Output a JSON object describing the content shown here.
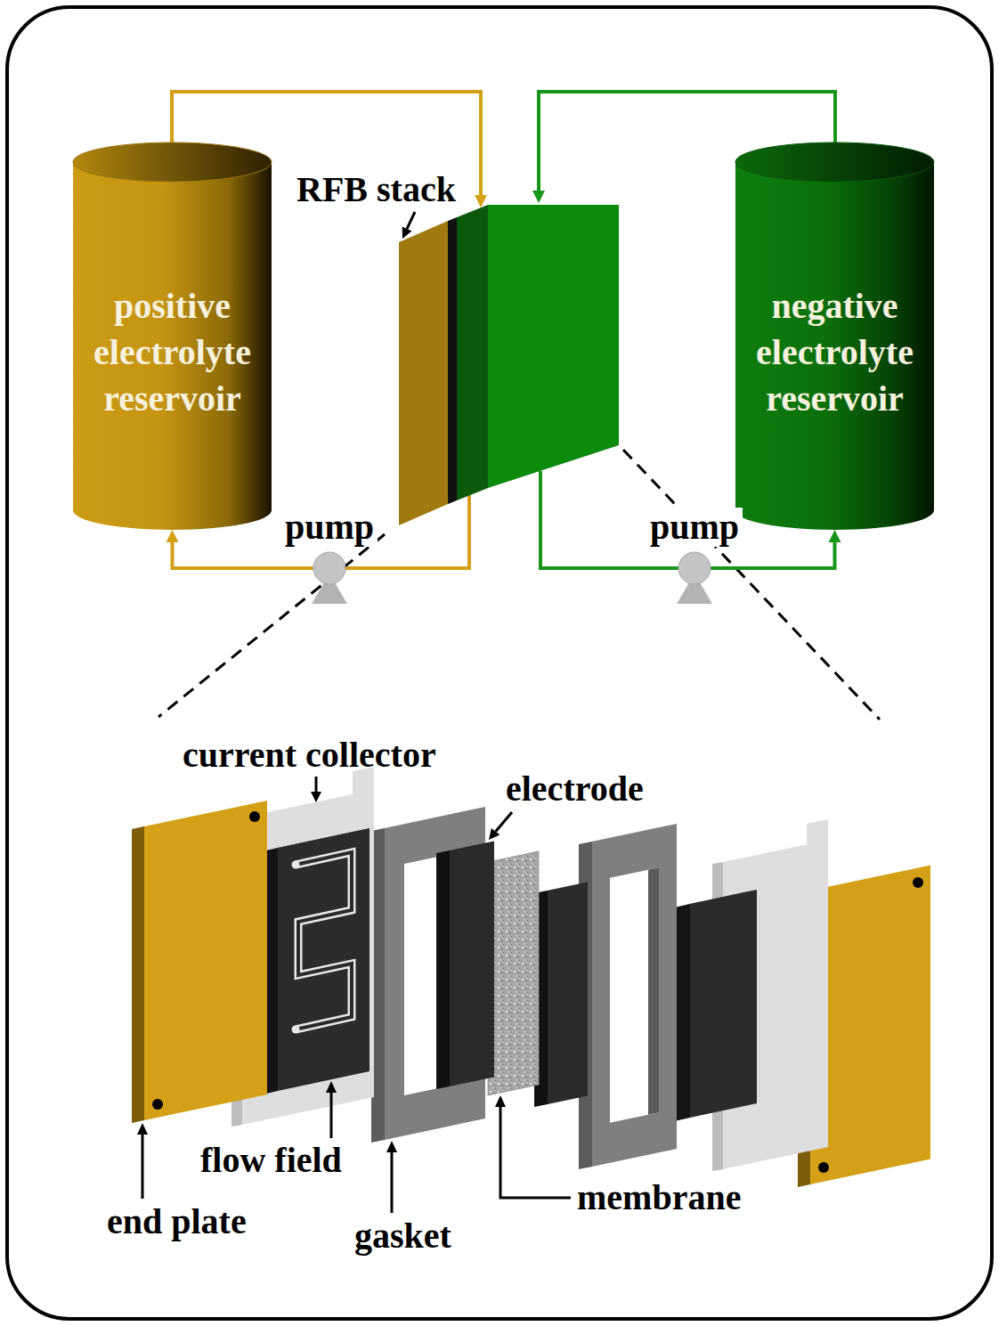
{
  "diagram": {
    "nodes": [
      {
        "text": [
          "positive electrolyte reservoir"
        ]
      },
      {
        "text": [
          "negative electrolyte reservoir"
        ]
      },
      {
        "text": [
          "pump"
        ]
      },
      {
        "text": [
          "pump"
        ]
      }
    ],
    "edges": [
      {
        "from": 2,
        "to": 0,
        "arrow": "to"
      },
      {
        "from": 3,
        "to": 1,
        "arrow": "to"
      }
    ],
    "labels": [
      "RFB stack",
      "current collector",
      "electrode",
      "flow field",
      "membrane",
      "end plate",
      "gasket"
    ]
  }
}
